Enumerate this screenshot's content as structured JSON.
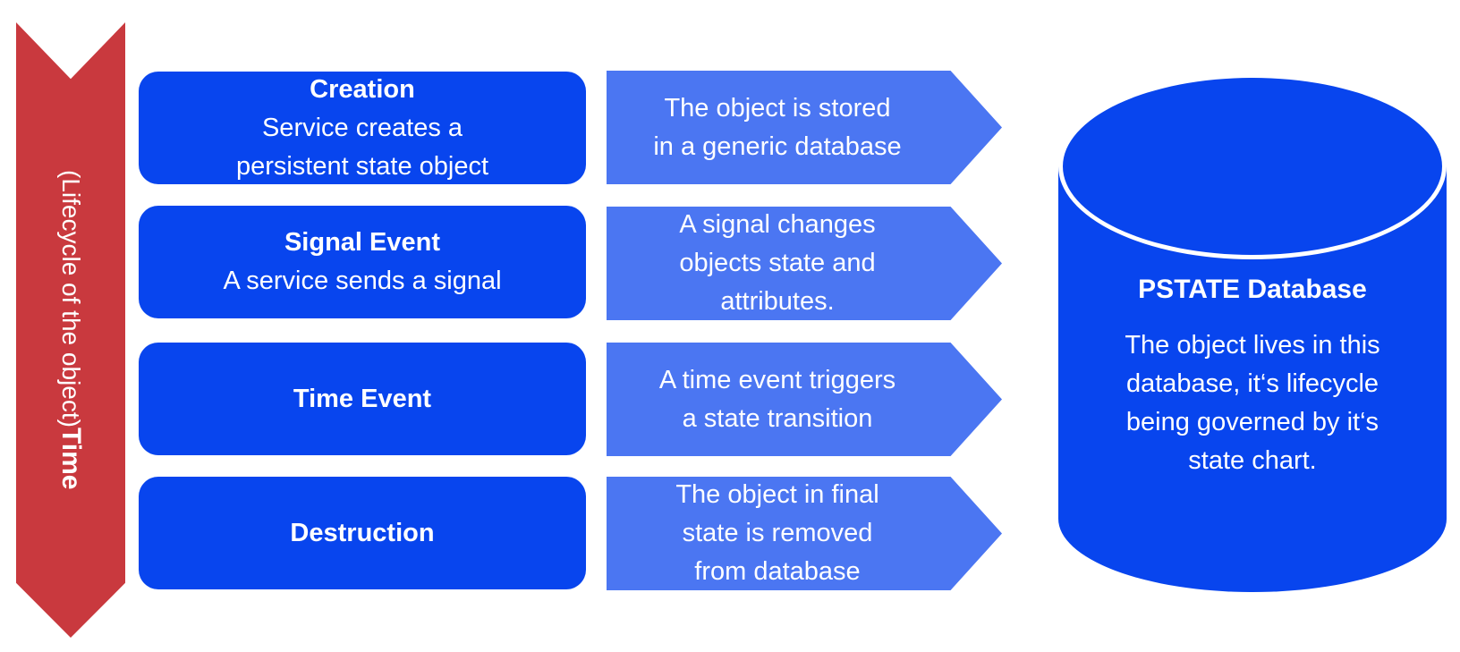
{
  "colors": {
    "timeline_red": "#C9393E",
    "stage_blue": "#0845EE",
    "outcome_blue": "#4B76F2",
    "text_white": "#FFFFFF"
  },
  "timeline": {
    "title": "Time",
    "subtitle": "(Lifecycle of the object)"
  },
  "stages": [
    {
      "title": "Creation",
      "description": "Service creates a\npersistent state object",
      "outcome": "The object is stored\nin a generic database"
    },
    {
      "title": "Signal Event",
      "description": "A service sends a signal",
      "outcome": "A signal changes\nobjects state and\nattributes."
    },
    {
      "title": "Time Event",
      "description": "",
      "outcome": "A time event triggers\na state transition"
    },
    {
      "title": "Destruction",
      "description": "",
      "outcome": "The object in final\nstate is removed\nfrom database"
    }
  ],
  "database": {
    "title": "PSTATE Database",
    "description": "The object lives in this\ndatabase, it‘s lifecycle\nbeing governed by it‘s\nstate chart."
  }
}
